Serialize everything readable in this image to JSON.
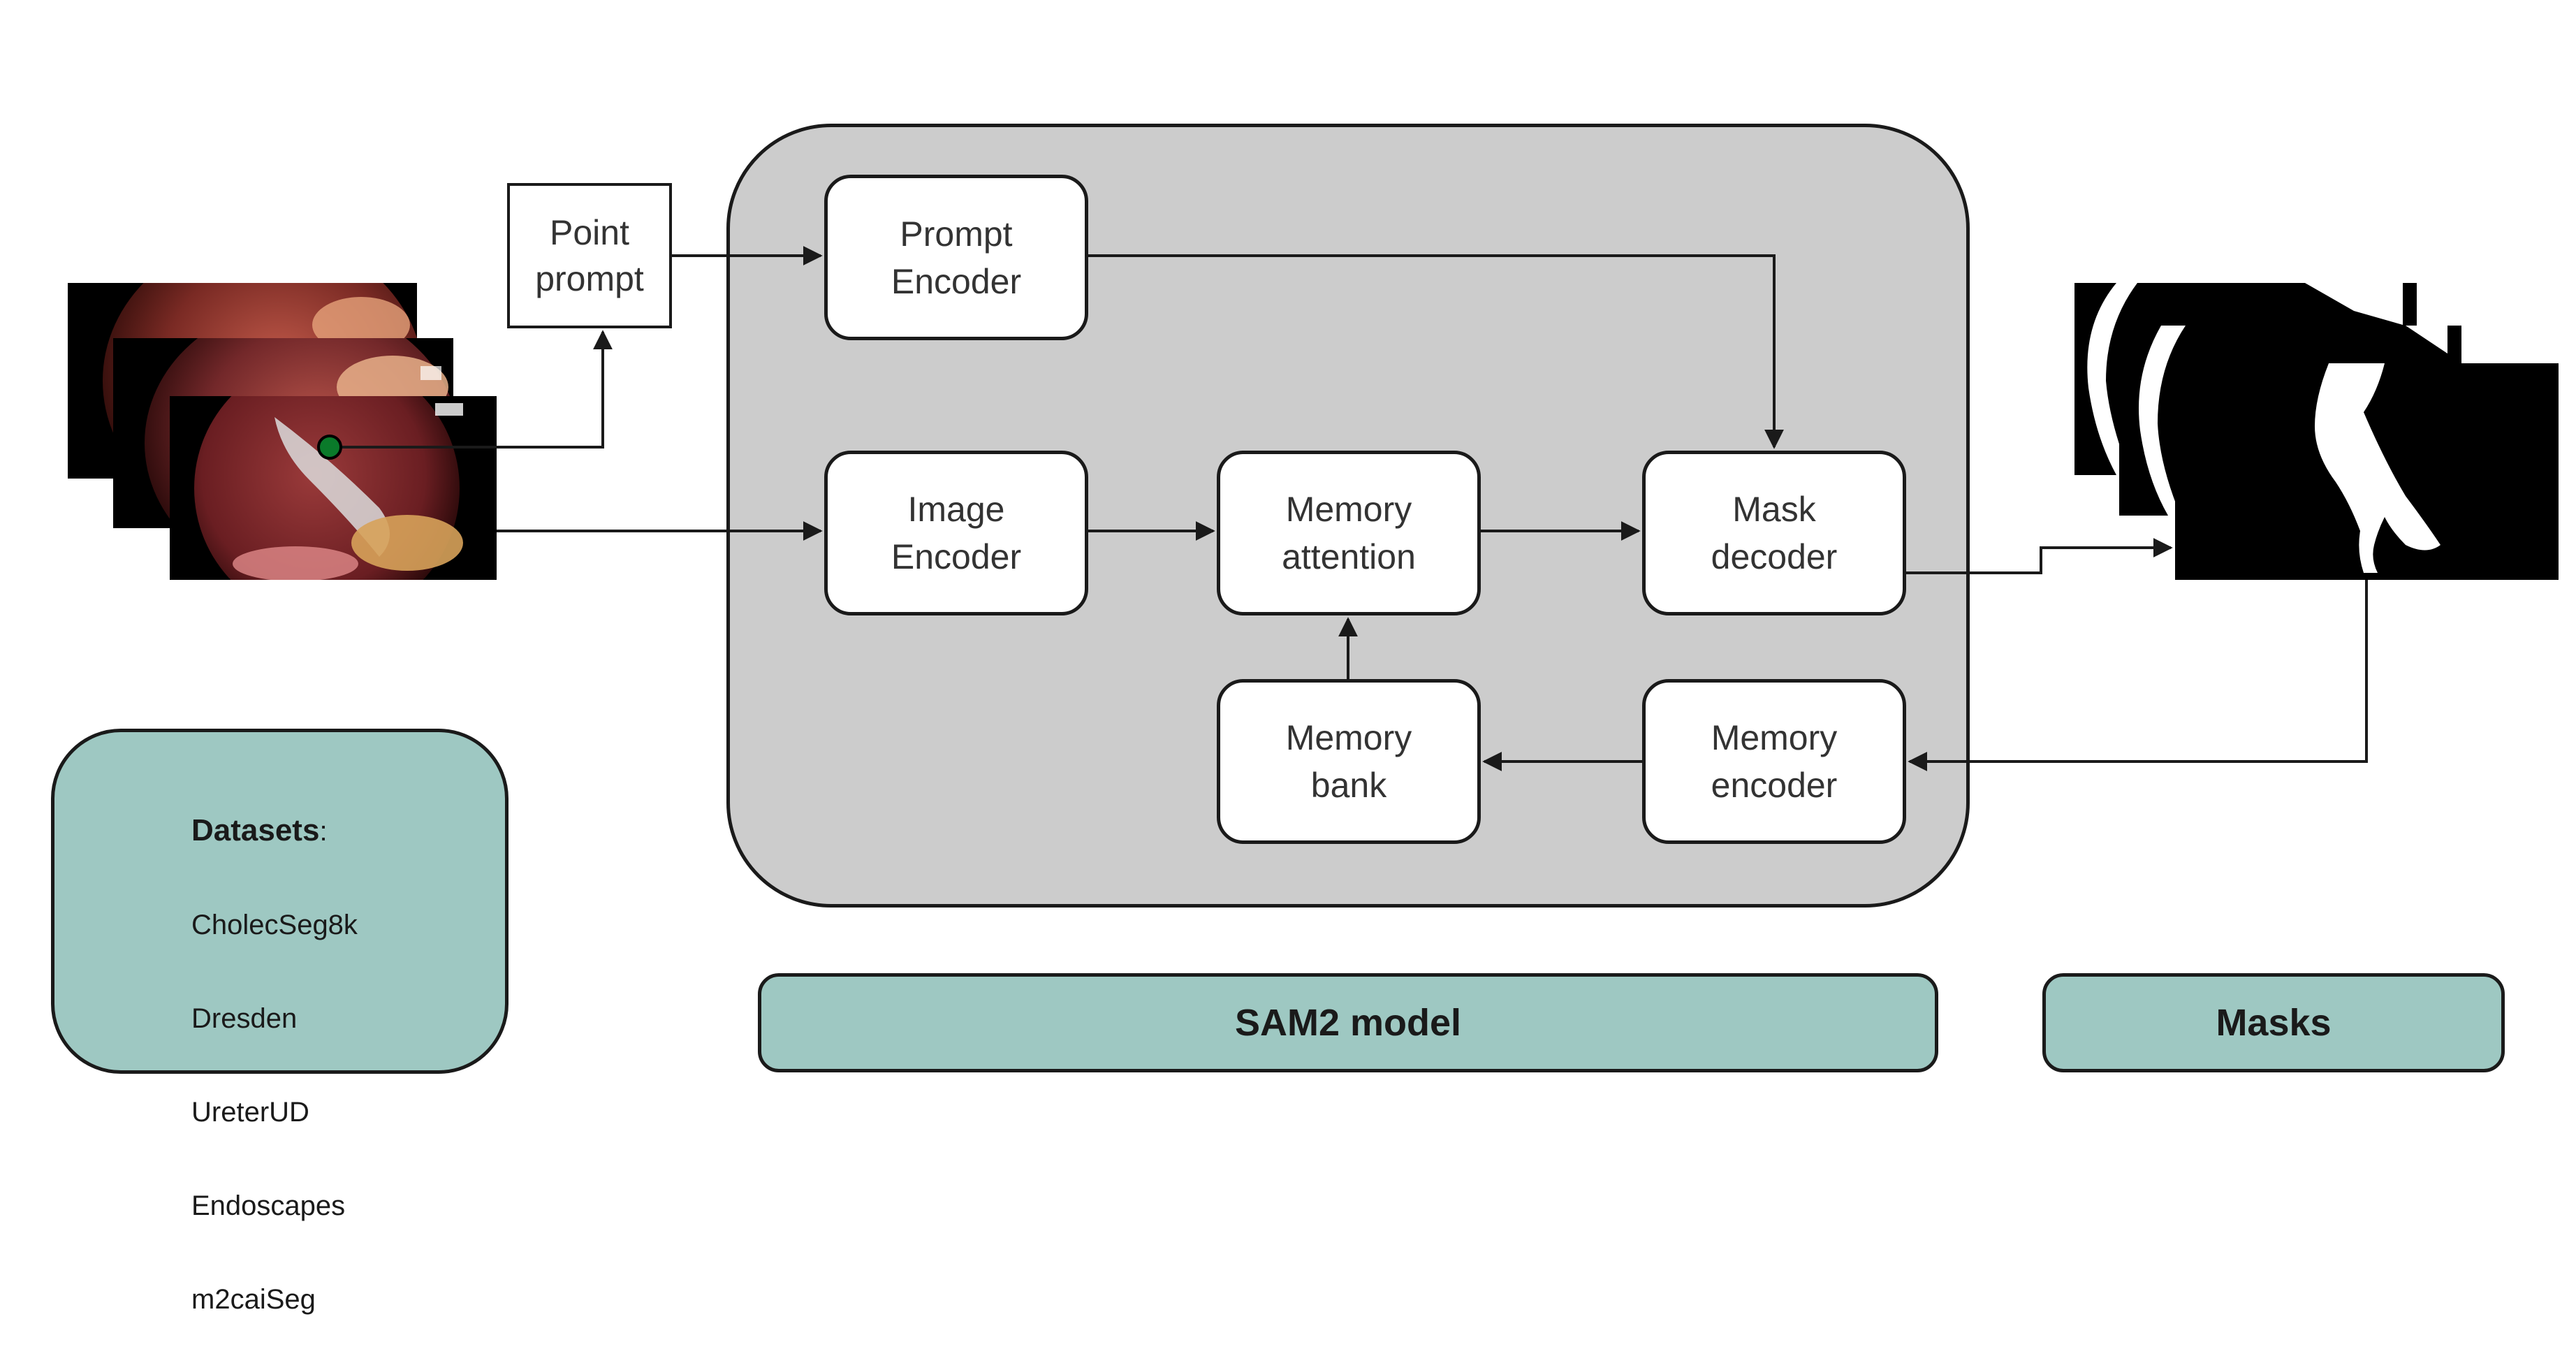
{
  "diagram": {
    "point_prompt": "Point\nprompt",
    "prompt_encoder": "Prompt\nEncoder",
    "image_encoder": "Image\nEncoder",
    "memory_attention": "Memory\nattention",
    "mask_decoder": "Mask\ndecoder",
    "memory_bank": "Memory\nbank",
    "memory_encoder": "Memory\nencoder",
    "sam2_label": "SAM2 model",
    "masks_label": "Masks",
    "datasets": {
      "title": "Datasets",
      "title_suffix": ":",
      "items": [
        "CholecSeg8k",
        "Dresden",
        "UreterUD",
        "Endoscapes",
        "m2caiSeg"
      ]
    }
  },
  "colors": {
    "container_fill": "#cccccc",
    "teal_fill": "#9ec8c2",
    "block_fill": "#ffffff",
    "stroke": "#1a1a1a",
    "point_marker": "#0a7a2a"
  }
}
